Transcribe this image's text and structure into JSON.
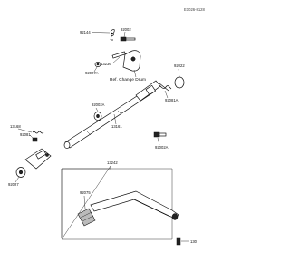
{
  "diagram_code": "E1026-8128",
  "reference_note": "Ref. Change Drum",
  "callouts": {
    "spring_top": "92144",
    "bolt_top": "92002",
    "lever_top": "13236",
    "collar_top": "92027A",
    "ring_right": "92022",
    "washer_mid": "92002A",
    "washer_right": "92081A",
    "shaft": "13161",
    "bolt_lower_right": "92002A",
    "spring_left": "13168",
    "pin_left": "92081",
    "seal_left": "92027",
    "pedal_assy": "13242",
    "pedal_rubber": "92075",
    "bolt_pedal": "130"
  }
}
